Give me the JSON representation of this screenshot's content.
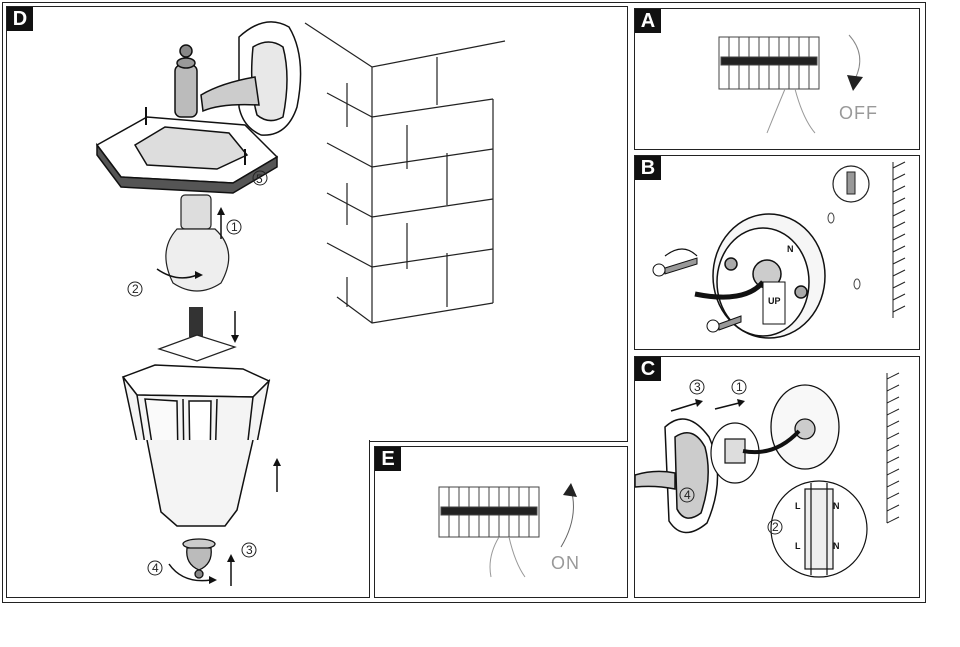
{
  "panels": {
    "d": {
      "label": "D"
    },
    "a": {
      "label": "A",
      "switch_text": "OFF"
    },
    "b": {
      "label": "B",
      "up_text": "UP",
      "n_text": "N"
    },
    "c": {
      "label": "C",
      "step_first": "3",
      "step_second": "1",
      "step_wiring": "2",
      "step_lantern": "4",
      "terminals": [
        "L",
        "N",
        "L",
        "N"
      ]
    },
    "e": {
      "label": "E",
      "switch_text": "ON"
    }
  },
  "steps_d": {
    "s1": "1",
    "s2": "2",
    "s3": "3",
    "s4": "4",
    "s5": "5"
  },
  "icons": [
    "circuit-breaker-icon",
    "hand-icon",
    "screw-icon",
    "wall-plug-icon",
    "bulb-icon",
    "lantern-icon",
    "brick-wall-icon",
    "arrow-icon"
  ]
}
